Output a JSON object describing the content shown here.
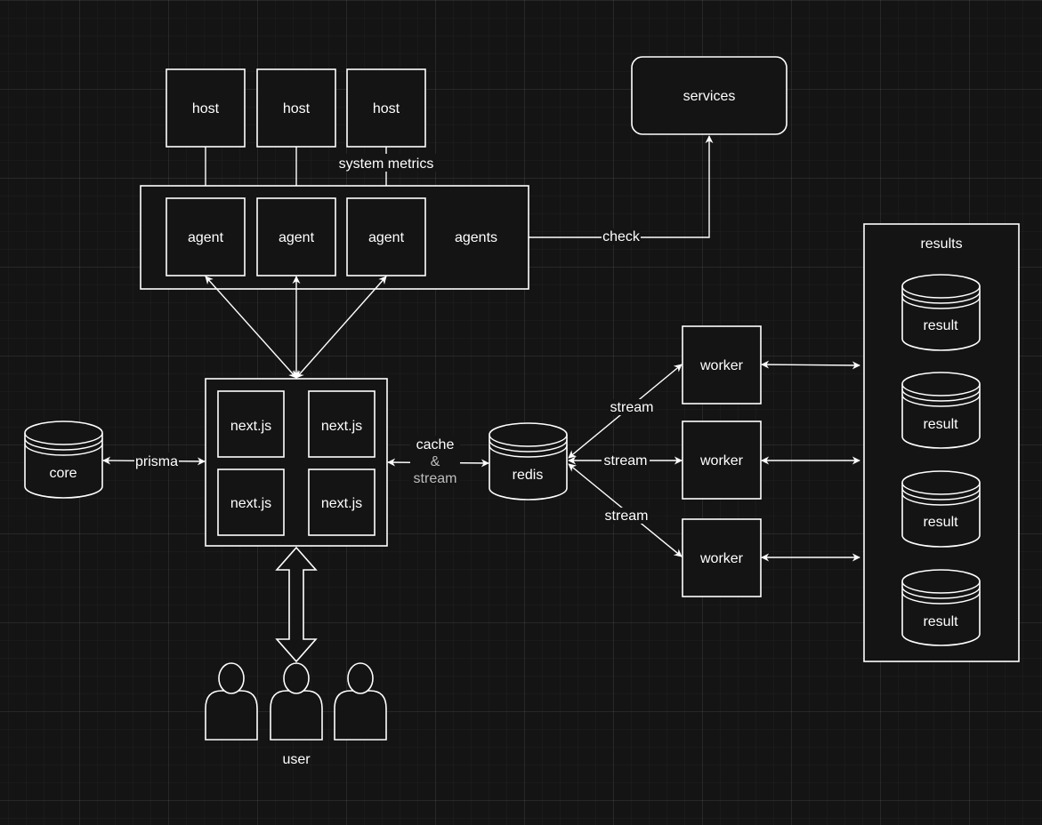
{
  "colors": {
    "background": "#141414",
    "stroke": "#ffffff",
    "text": "#ffffff"
  },
  "nodes": {
    "hosts": [
      "host",
      "host",
      "host"
    ],
    "agents": [
      "agent",
      "agent",
      "agent"
    ],
    "agents_group": "agents",
    "services": "services",
    "nextjs": [
      "next.js",
      "next.js",
      "next.js",
      "next.js"
    ],
    "core": "core",
    "redis": "redis",
    "workers": [
      "worker",
      "worker",
      "worker"
    ],
    "results_group": "results",
    "results": [
      "result",
      "result",
      "result",
      "result"
    ],
    "user": "user"
  },
  "edges": {
    "system_metrics": "system metrics",
    "check": "check",
    "prisma": "prisma",
    "cache": "cache",
    "amp": "&",
    "stream_main": "stream",
    "stream_top": "stream",
    "stream_mid": "stream",
    "stream_bottom": "stream"
  },
  "icons": [
    "user-icon",
    "user-icon",
    "user-icon",
    "double-arrow-icon",
    "database-icon"
  ]
}
